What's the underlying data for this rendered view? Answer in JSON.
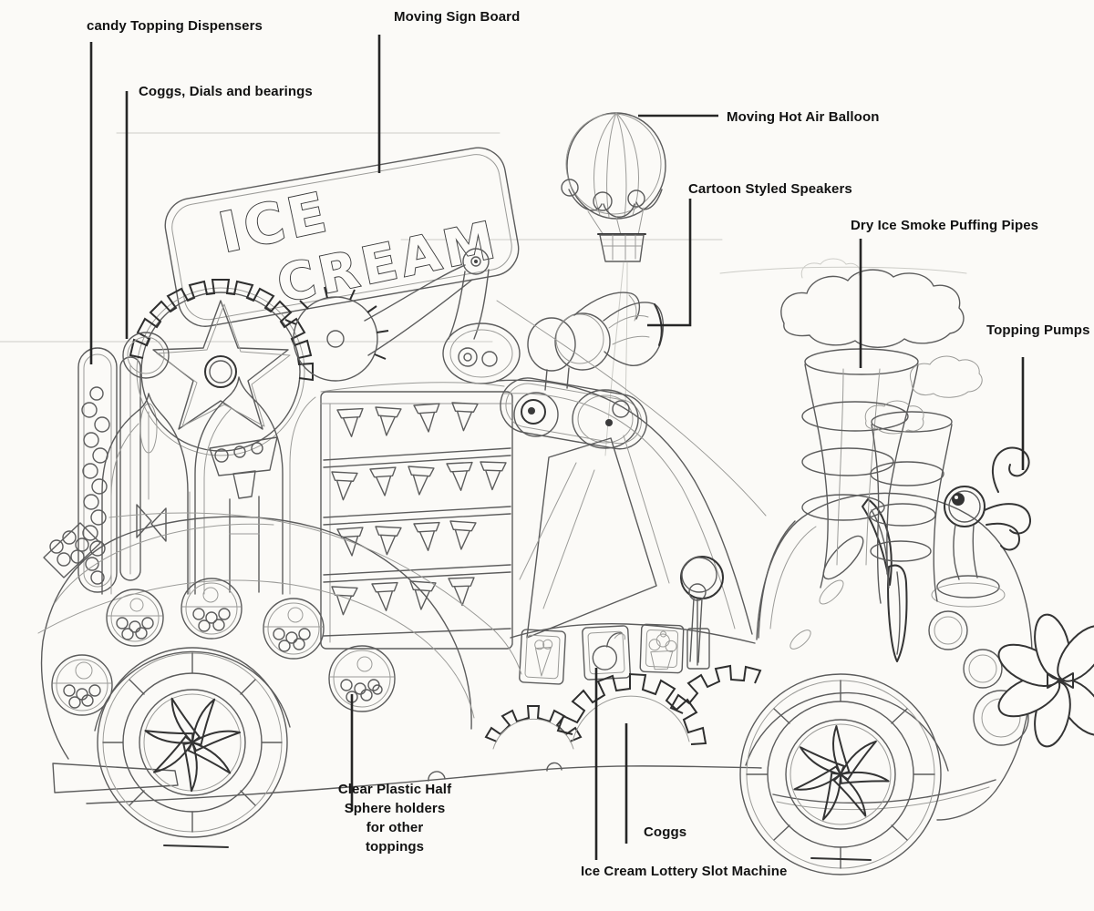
{
  "page": {
    "background": "#fbfaf7",
    "ink_color": "#5c5c5c",
    "label_color": "#121212",
    "leader_color": "#262626"
  },
  "sign": {
    "line1": "ICE",
    "line2": "CREAM"
  },
  "annotations": {
    "candy_dispensers": "candy Topping Dispensers",
    "coggs_dials": "Coggs, Dials and bearings",
    "sign_board": "Moving Sign Board",
    "balloon": "Moving Hot Air Balloon",
    "speakers": "Cartoon Styled Speakers",
    "dry_ice": "Dry Ice Smoke Puffing Pipes",
    "topping_pumps": "Topping Pumps",
    "half_sphere": "Clear Plastic Half Sphere holders for other toppings",
    "coggs": "Coggs",
    "slot_machine": "Ice Cream Lottery Slot Machine"
  }
}
